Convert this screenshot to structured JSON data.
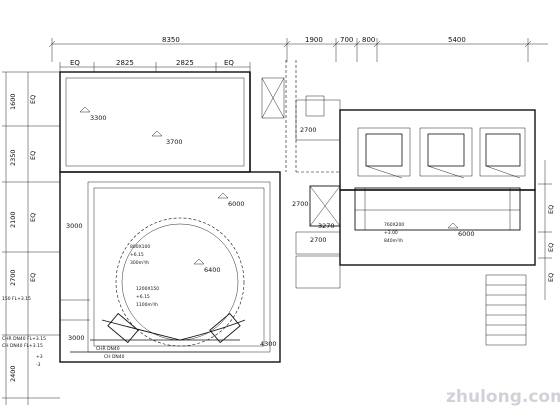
{
  "top_dimensions": [
    "8350",
    "1900",
    "700",
    "800",
    "5400"
  ],
  "second_row_dimensions": [
    "EQ",
    "2825",
    "2825",
    "EQ"
  ],
  "left_dimensions": [
    "1600",
    "EQ",
    "2350",
    "EQ",
    "2100",
    "EQ",
    "2700",
    "EQ",
    "2400"
  ],
  "right_dimensions": [
    "EQ",
    "EQ",
    "EQ"
  ],
  "ceiling_heights": [
    "3300",
    "3700",
    "3000",
    "6000",
    "6400",
    "2700",
    "2700",
    "2700",
    "3270",
    "6000",
    "3000",
    "4300"
  ],
  "notes": {
    "duct_label_1": "800X100",
    "duct_label_2": "1200X150",
    "duct_label_3": "760X200",
    "airflow_1": "300m³/h",
    "airflow_2": "1100m³/h",
    "airflow_3": "840m³/h",
    "level_1": "+6.15",
    "level_2": "+6.15",
    "level_3": "+3.00",
    "pipe_1": "CHR DN40 FL+3.15",
    "pipe_2": "CH DN40 FL+3.15",
    "pipe_3": "CH DN40",
    "pipe_4": "CHR DN40",
    "left_level": "150 FL+3.15",
    "small_elev_1": "+3",
    "small_elev_2": "-3"
  },
  "watermark": "zhulong.com"
}
